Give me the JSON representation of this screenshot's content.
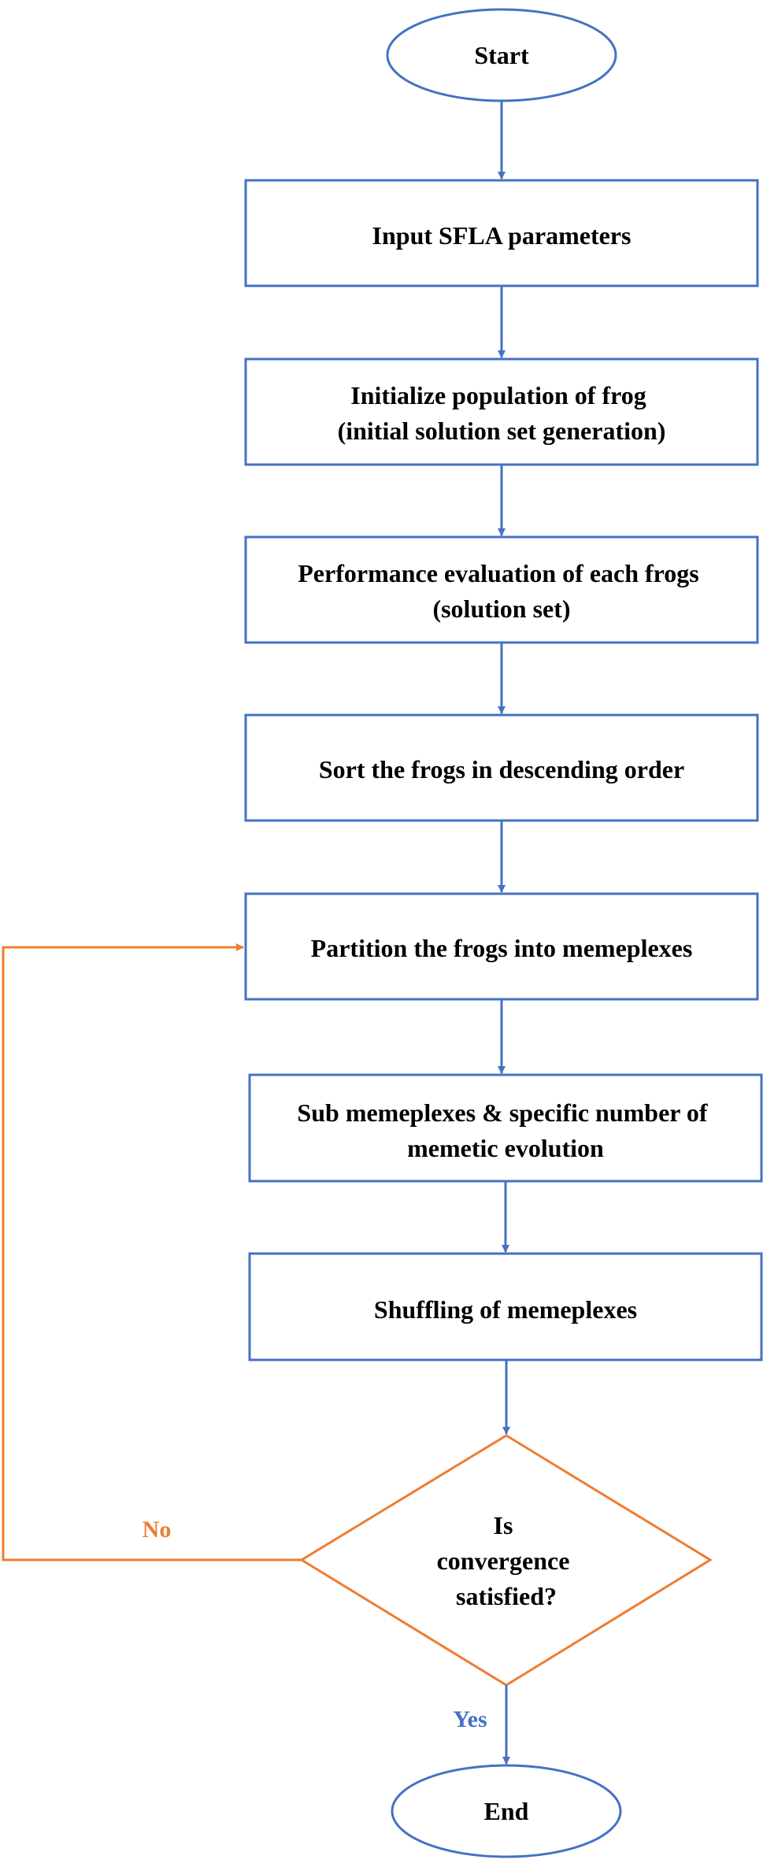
{
  "colors": {
    "box_stroke": "#4472C4",
    "loop_stroke": "#ED7D31",
    "text": "#000000",
    "yes_text": "#4472C4",
    "no_text": "#ED7D31",
    "background": "#FFFFFF"
  },
  "nodes": {
    "start": {
      "lines": [
        "Start"
      ]
    },
    "input_params": {
      "lines": [
        "Input SFLA parameters"
      ]
    },
    "init_population": {
      "lines": [
        "Initialize population of frog",
        "(initial solution set generation)"
      ]
    },
    "performance_eval": {
      "lines": [
        "Performance evaluation of each frogs",
        "(solution set)"
      ]
    },
    "sort": {
      "lines": [
        "Sort the frogs in descending order"
      ]
    },
    "partition": {
      "lines": [
        "Partition the frogs into memeplexes"
      ]
    },
    "sub_memeplexes": {
      "lines": [
        "Sub memeplexes & specific number of",
        "memetic evolution"
      ]
    },
    "shuffling": {
      "lines": [
        "Shuffling of memeplexes"
      ]
    },
    "convergence": {
      "lines": [
        "Is",
        "convergence",
        "satisfied?"
      ]
    },
    "end": {
      "lines": [
        "End"
      ]
    }
  },
  "edge_labels": {
    "yes": "Yes",
    "no": "No"
  }
}
